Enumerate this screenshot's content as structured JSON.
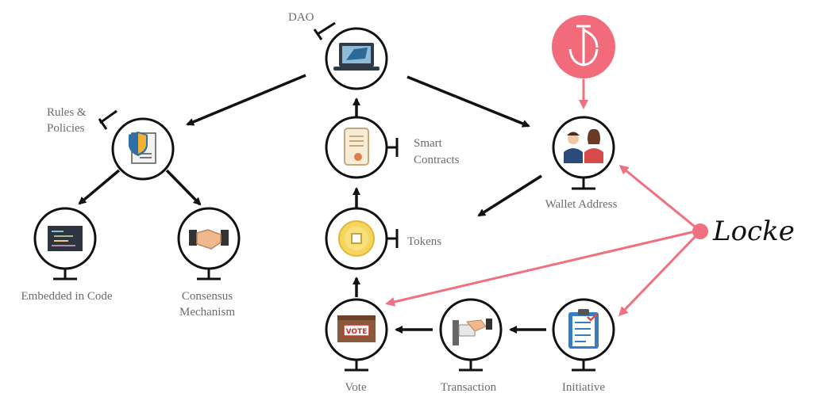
{
  "nodes": {
    "dao": {
      "label": "DAO"
    },
    "rules": {
      "label_line1": "Rules &",
      "label_line2": "Policies"
    },
    "smart_contracts": {
      "label_line1": "Smart",
      "label_line2": "Contracts"
    },
    "tokens": {
      "label": "Tokens"
    },
    "wallet": {
      "label": "Wallet Address"
    },
    "embedded": {
      "label": "Embedded in Code"
    },
    "consensus": {
      "label_line1": "Consensus",
      "label_line2": "Mechanism"
    },
    "vote": {
      "label": "Vote",
      "badge": "VOTE"
    },
    "transaction": {
      "label": "Transaction"
    },
    "initiative": {
      "label": "Initiative"
    }
  },
  "locke": {
    "label": "Locke"
  },
  "colors": {
    "accent": "#f07080",
    "logo_bg": "#f26b7a",
    "line": "#111111"
  },
  "icons": {
    "dao": "laptop-icon",
    "rules": "shield-document-icon",
    "smart_contracts": "scroll-icon",
    "tokens": "coin-icon",
    "wallet": "people-icon",
    "embedded": "code-screen-icon",
    "consensus": "handshake-icon",
    "vote": "ballot-box-icon",
    "transaction": "payment-terminal-icon",
    "initiative": "clipboard-icon",
    "logo": "locke-logo-icon"
  }
}
